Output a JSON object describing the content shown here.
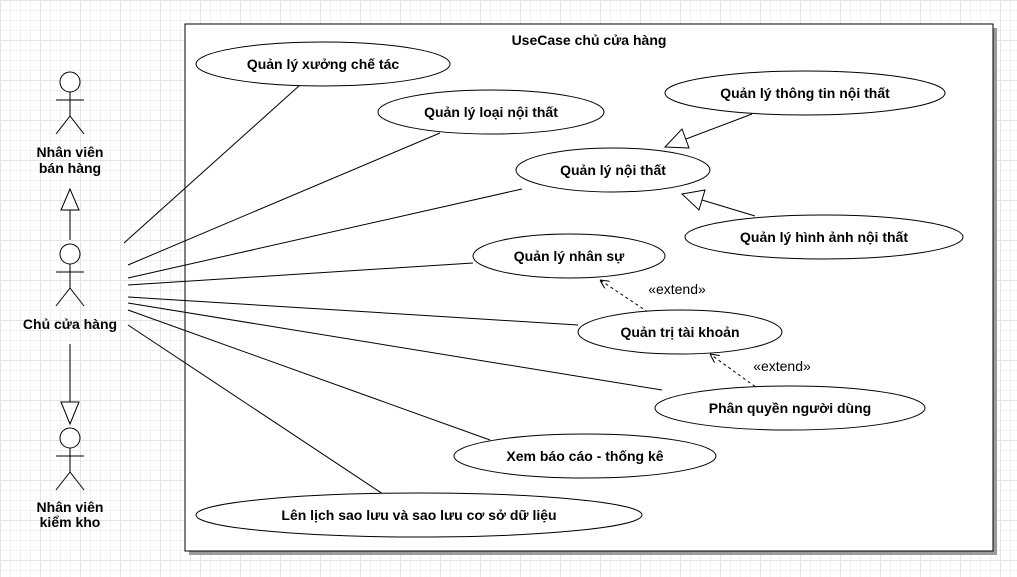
{
  "system": {
    "title": "UseCase chủ cửa hàng"
  },
  "actors": {
    "sales": {
      "line1": "Nhân viên",
      "line2": "bán hàng"
    },
    "owner": {
      "label": "Chủ cửa hàng"
    },
    "warehouse": {
      "line1": "Nhân viên",
      "line2": "kiểm kho"
    }
  },
  "usecases": {
    "workshop": "Quản lý xưởng chế tác",
    "furniture_type": "Quản lý loại nội thất",
    "furniture_info": "Quản lý thông tin nội thất",
    "furniture": "Quản lý nội thất",
    "furniture_image": "Quản lý hình ảnh nội thất",
    "hr": "Quản lý nhân sự",
    "account_admin": "Quản trị tài khoản",
    "permissions": "Phân quyền người dùng",
    "reports": "Xem báo cáo - thống kê",
    "backup": "Lên lịch sao lưu và sao lưu cơ sở dữ liệu"
  },
  "relations": {
    "extend1": "«extend»",
    "extend2": "«extend»"
  }
}
